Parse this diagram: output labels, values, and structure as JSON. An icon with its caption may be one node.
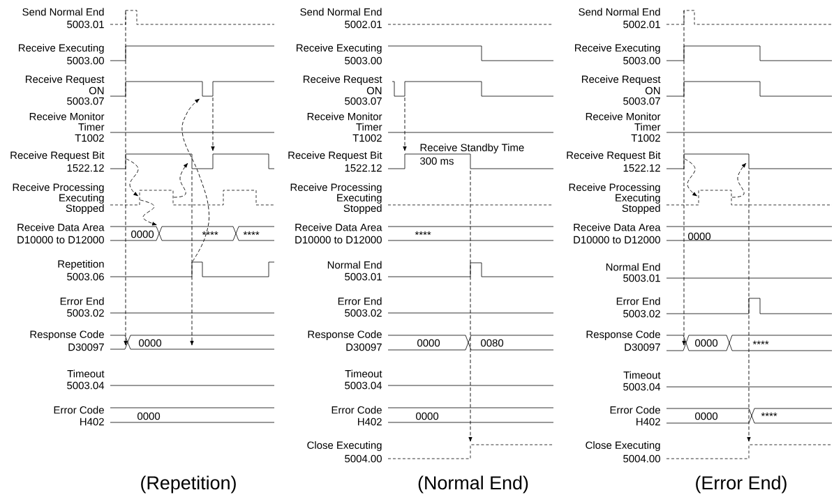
{
  "diagram": {
    "labels": [
      "Send Normal End",
      "5003.01",
      "Receive Executing",
      "5003.00",
      "Receive Request",
      "ON",
      "5003.07",
      "Receive Monitor",
      "Timer",
      "T1002",
      "Receive Request Bit",
      "1522.12",
      "Receive Processing",
      "Executing",
      "Stopped",
      "Receive Data Area",
      "D10000 to D12000",
      "0000",
      "****",
      "****",
      "Repetition",
      "5003.06",
      "Error End",
      "5003.02",
      "Response Code",
      "D30097",
      "0000",
      "Timeout",
      "5003.04",
      "Error Code",
      "H402",
      "0000",
      "(Repetition)",
      "Send Normal End",
      "5002.01",
      "Receive Executing",
      "5003.00",
      "Receive Request",
      "ON",
      "5003.07",
      "Receive Monitor",
      "Timer",
      "T1002",
      "Receive Request Bit",
      "1522.12",
      "Receive Standby Time",
      "300 ms",
      "Receive Processing",
      "Executing",
      "Stopped",
      "Receive Data Area",
      "D10000 to D12000",
      "****",
      "Normal End",
      "5003.01",
      "Error End",
      "5003.02",
      "Response Code",
      "D30097",
      "0000",
      "0080",
      "Timeout",
      "5003.04",
      "Error Code",
      "H402",
      "0000",
      "Close Executing",
      "5004.00",
      "(Normal End)",
      "Send Normal End",
      "5002.01",
      "Receive Executing",
      "5003.00",
      "Receive Request",
      "ON",
      "5003.07",
      "Receive Monitor",
      "Timer",
      "T1002",
      "Receive Request Bit",
      "1522.12",
      "Receive Processing",
      "Executing",
      "Stopped",
      "Receive Data Area",
      "D10000 to D12000",
      "0000",
      "Normal End",
      "5003.01",
      "Error End",
      "5003.02",
      "Response Code",
      "D30097",
      "0000",
      "****",
      "Timeout",
      "5003.04",
      "Error Code",
      "H402",
      "0000",
      "****",
      "Close Executing",
      "5004.00",
      "(Error End)"
    ]
  }
}
